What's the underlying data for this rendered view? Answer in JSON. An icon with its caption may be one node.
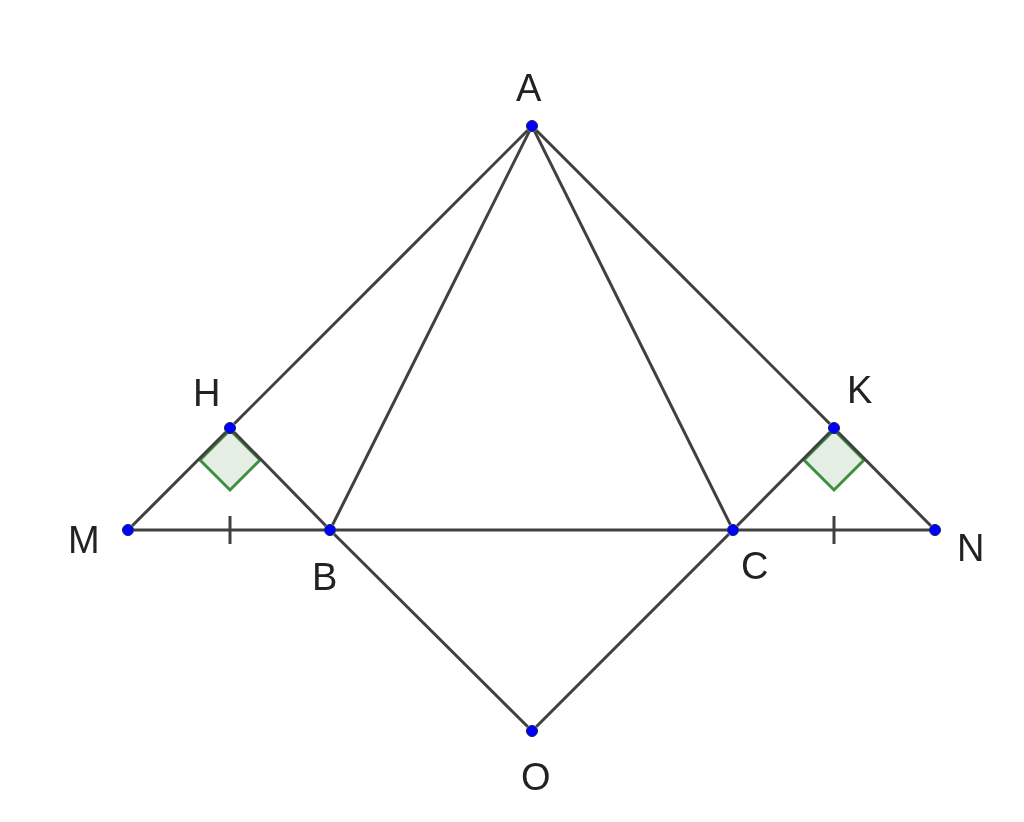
{
  "diagram": {
    "nodes": [
      {
        "text": [
          "A"
        ]
      },
      {
        "text": [
          "H"
        ]
      },
      {
        "text": [
          "K"
        ]
      },
      {
        "text": [
          "M"
        ]
      },
      {
        "text": [
          "B"
        ]
      },
      {
        "text": [
          "C"
        ]
      },
      {
        "text": [
          "N"
        ]
      },
      {
        "text": [
          "O"
        ]
      }
    ],
    "edges": [
      {
        "from": 0,
        "to": 1,
        "arrow": "none"
      },
      {
        "from": 1,
        "to": 3,
        "arrow": "none"
      },
      {
        "from": 0,
        "to": 4,
        "arrow": "none"
      },
      {
        "from": 0,
        "to": 5,
        "arrow": "none"
      },
      {
        "from": 0,
        "to": 2,
        "arrow": "none"
      },
      {
        "from": 2,
        "to": 6,
        "arrow": "none"
      },
      {
        "from": 1,
        "to": 4,
        "arrow": "none"
      },
      {
        "from": 2,
        "to": 5,
        "arrow": "none"
      },
      {
        "from": 3,
        "to": 4,
        "arrow": "none"
      },
      {
        "from": 4,
        "to": 5,
        "arrow": "none"
      },
      {
        "from": 5,
        "to": 6,
        "arrow": "none"
      },
      {
        "from": 4,
        "to": 7,
        "arrow": "none"
      },
      {
        "from": 5,
        "to": 7,
        "arrow": "none"
      }
    ]
  }
}
